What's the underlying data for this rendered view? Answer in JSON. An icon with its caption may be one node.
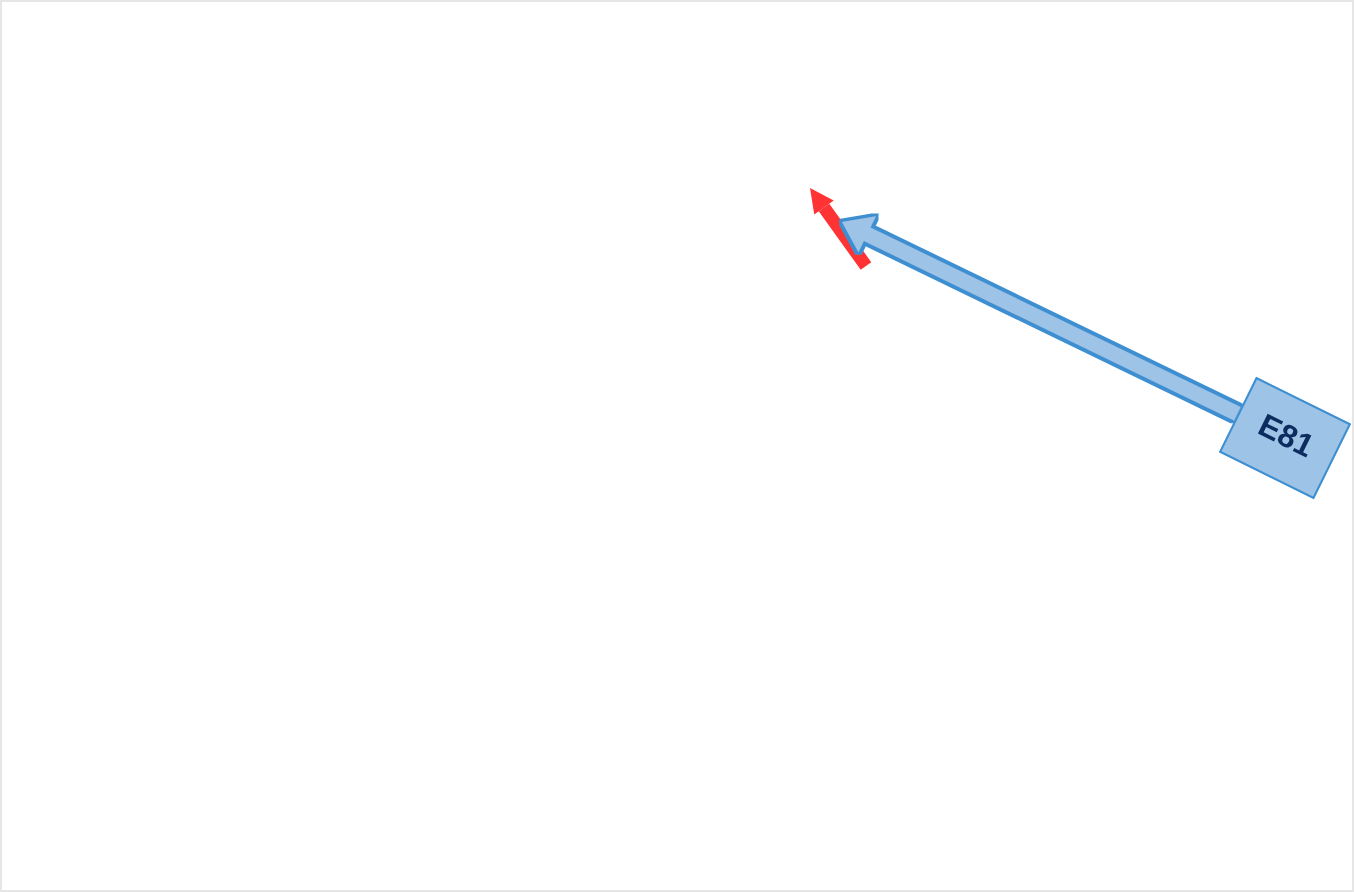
{
  "diagram": {
    "nodes": [
      {
        "text": [
          "E81"
        ]
      },
      {
        "text": [],
        "shape": "arrow"
      }
    ],
    "edges": [
      {
        "from": 0,
        "to": 1,
        "arrow": "to"
      }
    ]
  }
}
